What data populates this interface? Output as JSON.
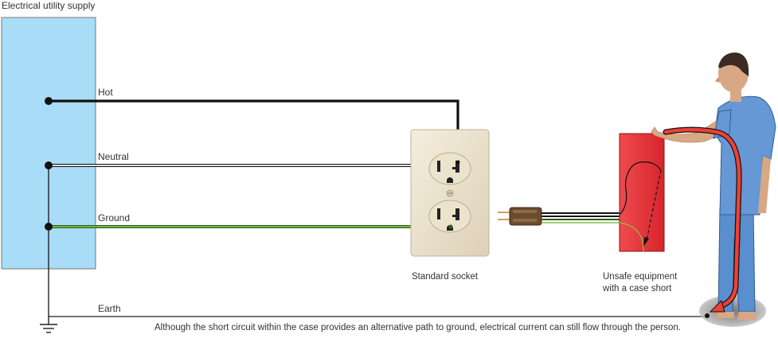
{
  "labels": {
    "supply": "Electrical utility supply",
    "hot": "Hot",
    "neutral": "Neutral",
    "ground": "Ground",
    "earth": "Earth",
    "socket": "Standard socket",
    "equipment_line1": "Unsafe equipment",
    "equipment_line2": "with a case short",
    "caption": "Although the short circuit within the case provides an alternative path to ground, electrical current can still flow through the person."
  },
  "colors": {
    "supply_box": "#a9dcf7",
    "hot_wire": "#111111",
    "neutral_wire": "#ffffff",
    "ground_wire": "#5aa532",
    "equipment_box": "#e8333a",
    "current_path": "#ee4035",
    "socket_plate": "#efe6d1",
    "scrubs": "#5a8fcf"
  },
  "icons": [
    "earth-ground-symbol",
    "plug-icon",
    "person-figure"
  ]
}
